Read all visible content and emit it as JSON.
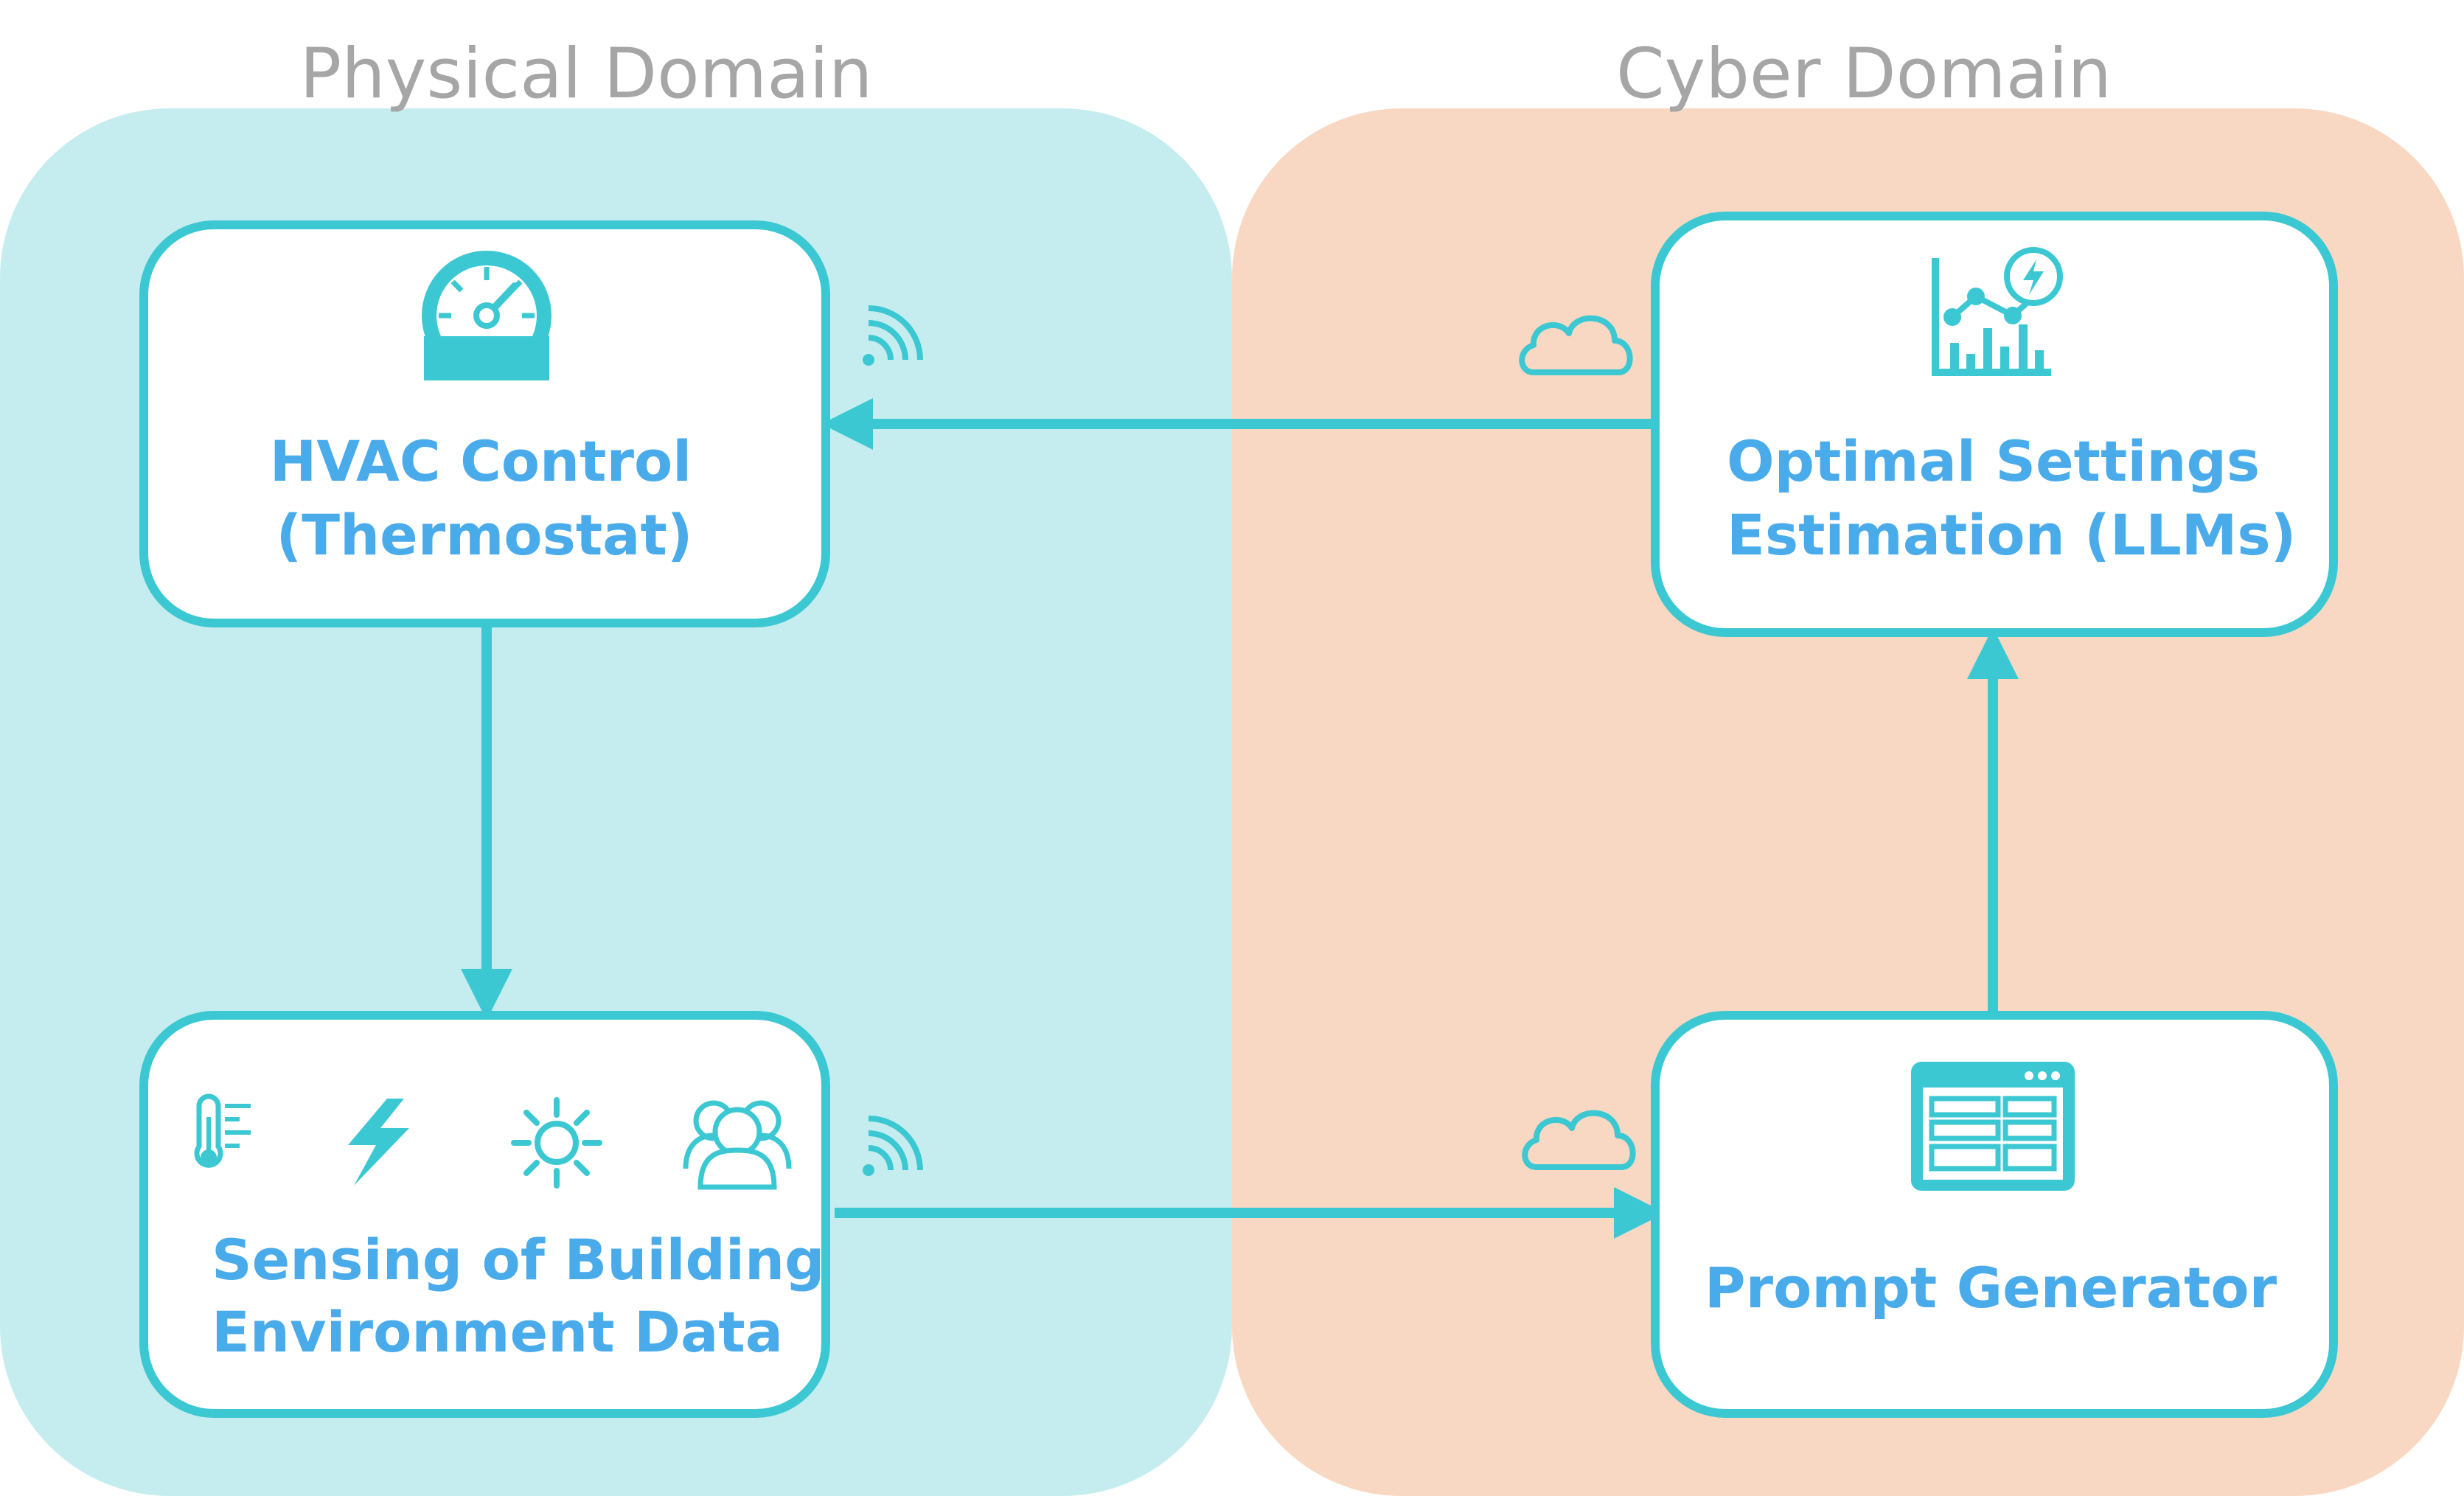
{
  "domains": {
    "physical": {
      "title": "Physical Domain",
      "color": "#c5edef"
    },
    "cyber": {
      "title": "Cyber Domain",
      "color": "#f8d8c2"
    }
  },
  "colors": {
    "accent": "#3cc8d2",
    "text": "#4aabeb",
    "box_fill": "#ffffff"
  },
  "boxes": {
    "hvac": {
      "line1": "HVAC Control",
      "line2": "(Thermostat)",
      "icon": "gauge-icon"
    },
    "sensing": {
      "line1": "Sensing of Building",
      "line2": "Environment Data",
      "icons": [
        "thermometer-icon",
        "lightning-icon",
        "sun-icon",
        "people-icon"
      ]
    },
    "optimal": {
      "line1": "Optimal Settings",
      "line2": "Estimation (LLMs)",
      "icon": "analytics-chart-icon"
    },
    "prompt": {
      "line1": "Prompt Generator",
      "icon": "dashboard-window-icon"
    }
  },
  "connectors": [
    {
      "from": "Sensing of Building Environment Data",
      "to": "Prompt Generator",
      "channel": "wireless-to-cloud"
    },
    {
      "from": "Prompt Generator",
      "to": "Optimal Settings Estimation (LLMs)"
    },
    {
      "from": "Optimal Settings Estimation (LLMs)",
      "to": "HVAC Control (Thermostat)",
      "channel": "cloud-to-wireless"
    },
    {
      "from": "HVAC Control (Thermostat)",
      "to": "Sensing of Building Environment Data"
    }
  ]
}
